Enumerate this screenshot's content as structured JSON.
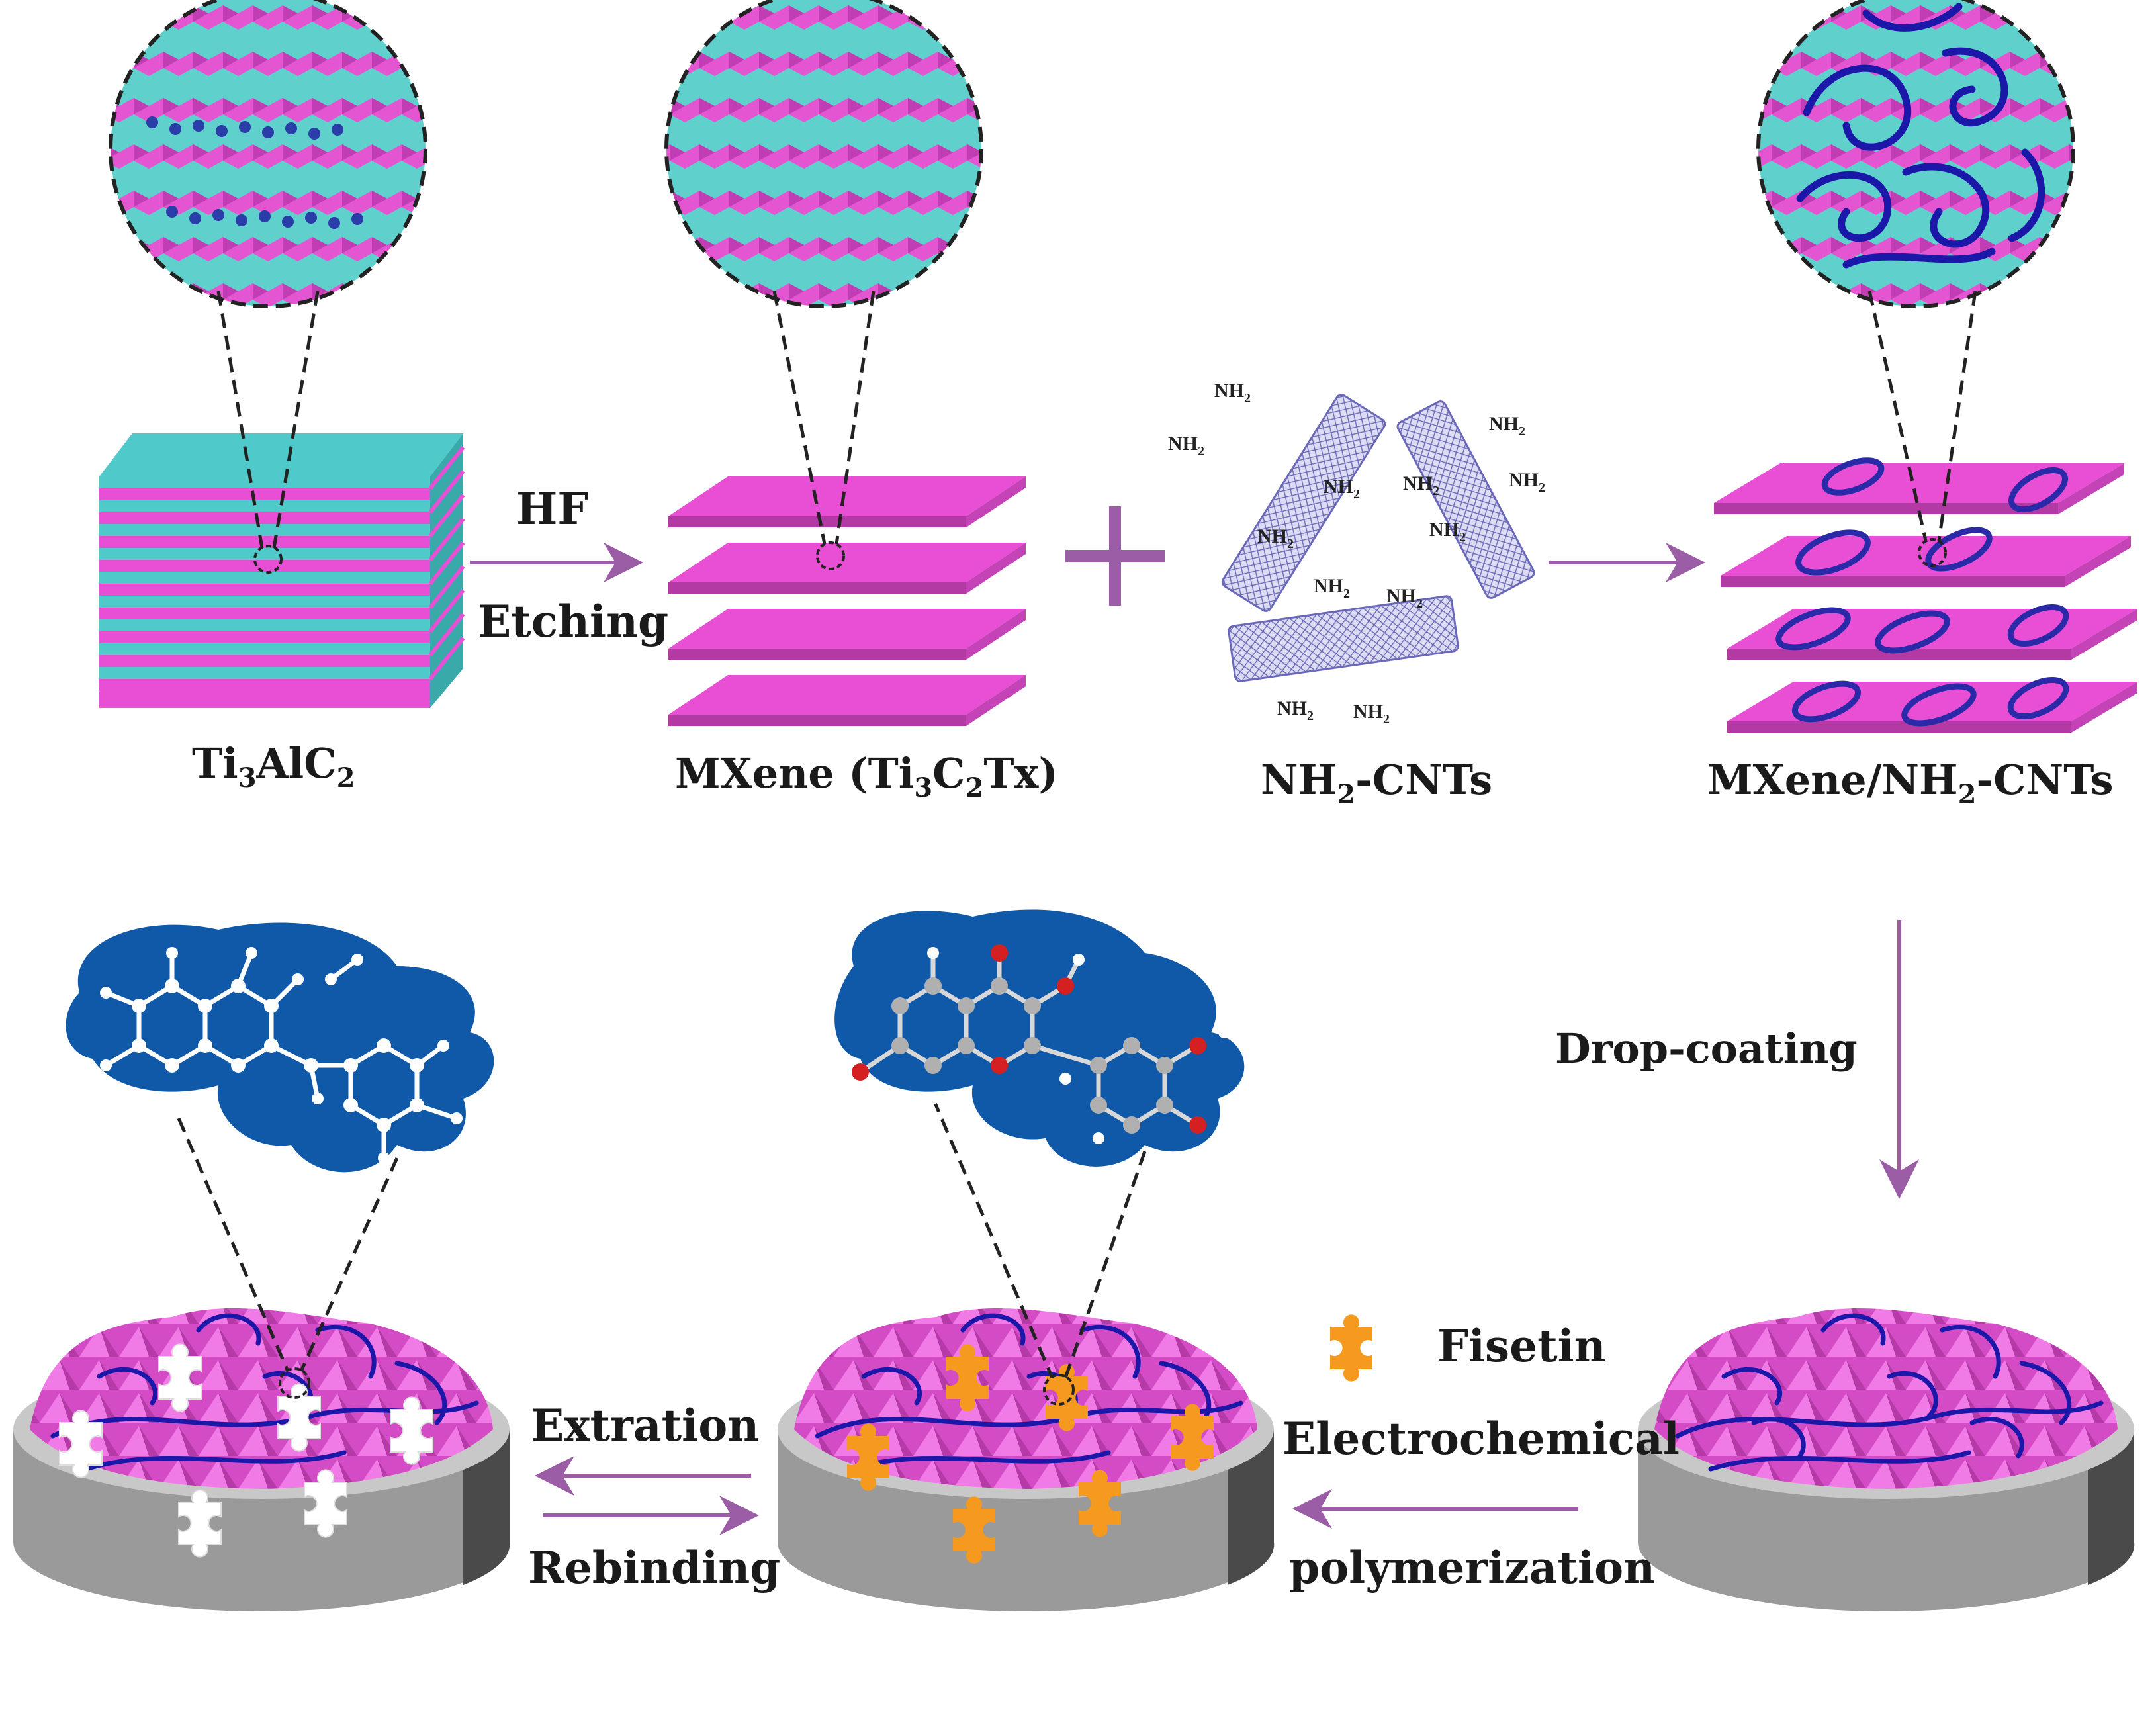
{
  "labels": {
    "ti3alc2": {
      "base": "Ti",
      "s1": "3",
      "mid": "AlC",
      "s2": "2"
    },
    "mxene": {
      "pre": "MXene (Ti",
      "s1": "3",
      "c": "C",
      "s2": "2",
      "post": "Tx)"
    },
    "nh2_cnts": {
      "nh": "NH",
      "s": "2",
      "post": "-CNTs"
    },
    "composite": {
      "pre": "MXene/NH",
      "s": "2",
      "post": "-CNTs"
    },
    "hf": "HF",
    "etching": "Etching",
    "drop_coating": "Drop-coating",
    "fisetin": "Fisetin",
    "electrochemical": "Electrochemical",
    "polymerization": "polymerization",
    "extration": "Extration",
    "rebinding": "Rebinding",
    "amine_group": "NH",
    "amine_sub": "2"
  },
  "colors": {
    "mxene_sheet": "#e84fd4",
    "mxene_edge": "#b33aa5",
    "ti3alc2_layer": "#4fc9c9",
    "zoom_bg": "#5fd0cc",
    "arrow": "#9b5ea6",
    "cnt": "#6a68b8",
    "polymer": "#1b17a8",
    "molecule_bg": "#1059a8",
    "fisetin": "#f59a1e",
    "electrode": "#a9a9a9"
  },
  "icons": [
    "plus-icon",
    "puzzle-template-icon",
    "fisetin-puzzle-icon",
    "electrode-icon"
  ]
}
